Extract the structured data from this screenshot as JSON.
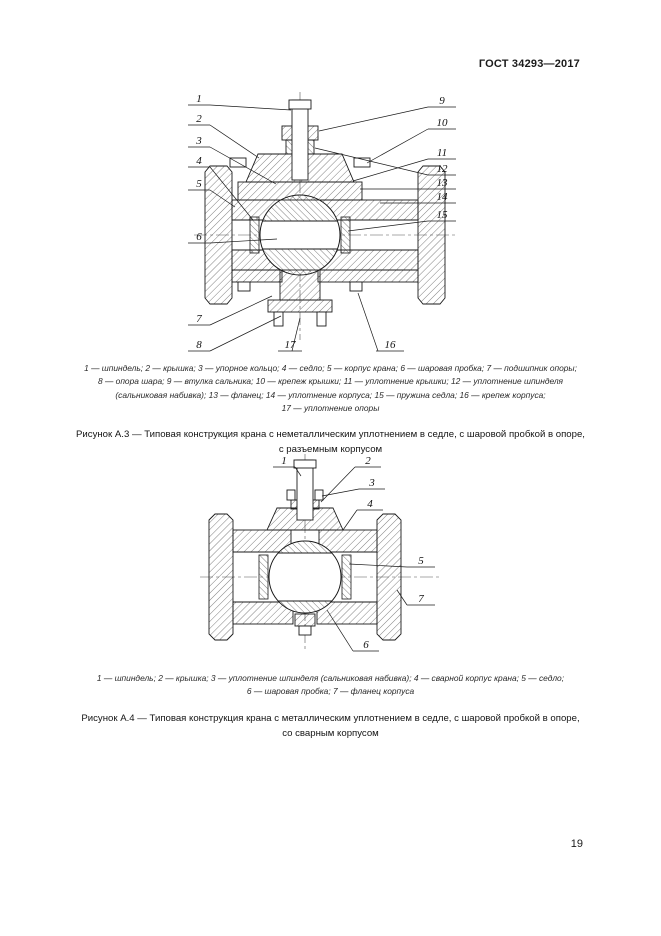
{
  "page": {
    "header": "ГОСТ 34293—2017",
    "number": "19"
  },
  "figure_a3": {
    "callouts": [
      "1",
      "2",
      "3",
      "4",
      "5",
      "6",
      "7",
      "8",
      "9",
      "10",
      "11",
      "12",
      "13",
      "14",
      "15",
      "16",
      "17"
    ],
    "legend_lines": [
      "1 — шпиндель; 2 — крышка; 3 — упорное кольцо; 4 — седло; 5 — корпус крана; 6 — шаровая пробка; 7 — подшипник опоры;",
      "8 — опора шара; 9 — втулка сальника; 10 — крепеж крышки; 11 — уплотнение крышки; 12 — уплотнение шпинделя",
      "(сальниковая набивка); 13 — фланец; 14 — уплотнение корпуса; 15 — пружина седла; 16 — крепеж корпуса;",
      "17 — уплотнение опоры"
    ],
    "caption_lines": [
      "Рисунок А.3 — Типовая конструкция крана с неметаллическим уплотнением  в седле, с шаровой пробкой в опоре,",
      "с разъемным корпусом"
    ]
  },
  "figure_a4": {
    "callouts": [
      "1",
      "2",
      "3",
      "4",
      "5",
      "6",
      "7"
    ],
    "legend_lines": [
      "1 — шпиндель; 2 — крышка; 3 — уплотнение шпинделя (сальниковая набивка); 4 — сварной корпус крана; 5 — седло;",
      "6 — шаровая пробка; 7 — фланец корпуса"
    ],
    "caption_lines": [
      "Рисунок А.4 — Типовая конструкция крана с металлическим уплотнением в седле, с шаровой пробкой в опоре,",
      "со сварным корпусом"
    ]
  }
}
